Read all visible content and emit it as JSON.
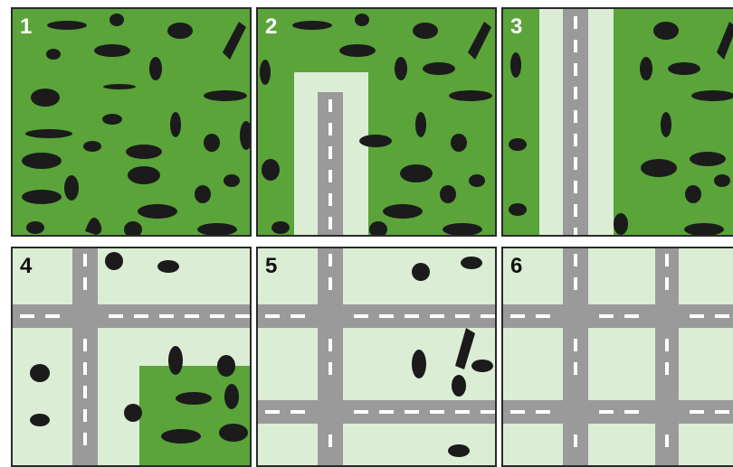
{
  "figure": {
    "panel_numbers": [
      "1",
      "2",
      "3",
      "4",
      "5",
      "6"
    ]
  },
  "colors": {
    "habitat_green": "#5aa43a",
    "cleared_land": "#dcedd6",
    "road_gray": "#9a9a9a",
    "road_marking": "#ffffff",
    "animal_silhouette": "#1b1b1b",
    "panel_border": "#2a2a2a"
  },
  "icons": [
    "animal-silhouette-icon",
    "road-marking"
  ]
}
